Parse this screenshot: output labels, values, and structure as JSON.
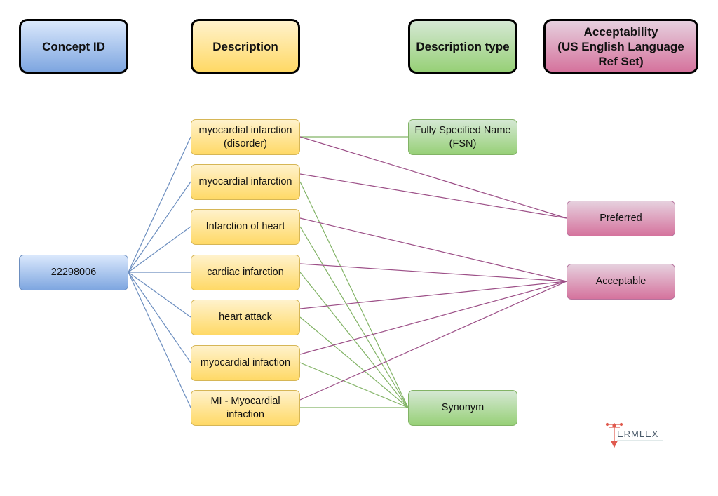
{
  "headers": {
    "concept_id": "Concept ID",
    "description": "Description",
    "description_type": "Description type",
    "acceptability": "Acceptability\n(US English Language\nRef Set)"
  },
  "concept": {
    "id": "22298006"
  },
  "descriptions": [
    "myocardial infarction\n(disorder)",
    "myocardial infarction",
    "Infarction of heart",
    "cardiac infarction",
    "heart attack",
    "myocardial infaction",
    "MI - Myocardial\ninfaction"
  ],
  "description_types": {
    "fsn": "Fully Specified Name\n(FSN)",
    "synonym": "Synonym"
  },
  "acceptability": {
    "preferred": "Preferred",
    "acceptable": "Acceptable"
  },
  "logo": {
    "text": "TERMLEX"
  },
  "colors": {
    "blue_line": "#6c8ebf",
    "green_line": "#82b366",
    "purple_line": "#9c4f87"
  }
}
